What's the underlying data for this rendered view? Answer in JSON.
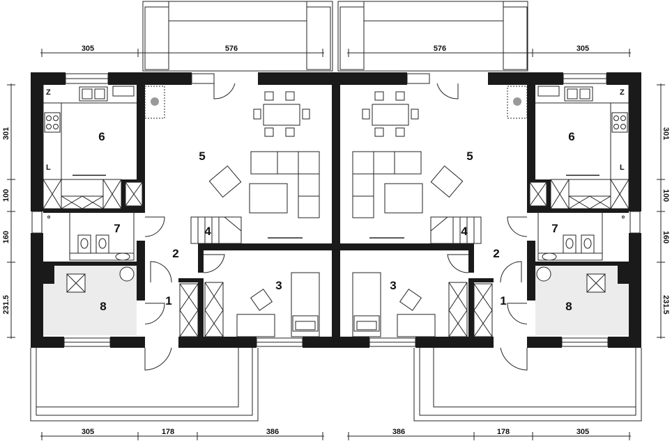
{
  "dimensions": {
    "top_left": [
      "305",
      "576"
    ],
    "top_right": [
      "576",
      "305"
    ],
    "bottom_left": [
      "305",
      "178",
      "386"
    ],
    "bottom_right": [
      "386",
      "178",
      "305"
    ],
    "side_left": [
      "301",
      "100",
      "160",
      "231.5"
    ],
    "side_right": [
      "301",
      "100",
      "160",
      "231.5"
    ]
  },
  "rooms": {
    "left": [
      "1",
      "2",
      "3",
      "4",
      "5",
      "6",
      "7",
      "8"
    ],
    "right": [
      "1",
      "2",
      "3",
      "4",
      "5",
      "6",
      "7",
      "8"
    ]
  },
  "kitchen_marks": {
    "left": [
      "Z",
      "L"
    ],
    "right": [
      "Z",
      "L"
    ]
  }
}
